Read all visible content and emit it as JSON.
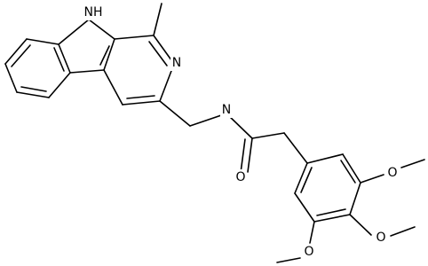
{
  "molecule": {
    "atoms": [
      {
        "id": "nh",
        "label": "NH",
        "bg_width": 24
      },
      {
        "id": "n_pyridine",
        "label": "N",
        "bg_width": 14
      },
      {
        "id": "n_amide",
        "label": "N",
        "bg_width": 14
      },
      {
        "id": "o_carbonyl",
        "label": "O",
        "bg_width": 14
      },
      {
        "id": "o_meta1",
        "label": "O",
        "bg_width": 14
      },
      {
        "id": "o_para",
        "label": "O",
        "bg_width": 14
      },
      {
        "id": "o_meta2",
        "label": "O",
        "bg_width": 14
      }
    ]
  }
}
